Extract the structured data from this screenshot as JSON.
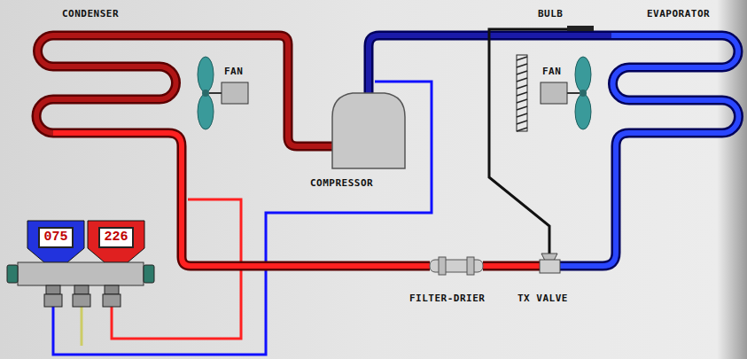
{
  "diagram": {
    "nodes": [
      {
        "text": [
          "075"
        ]
      },
      {
        "text": [
          "226"
        ]
      }
    ],
    "labels": [
      "CONDENSER",
      "BULB",
      "EVAPORATOR",
      "FAN",
      "FAN",
      "COMPRESSOR",
      "FILTER-DRIER",
      "TX VALVE"
    ]
  }
}
